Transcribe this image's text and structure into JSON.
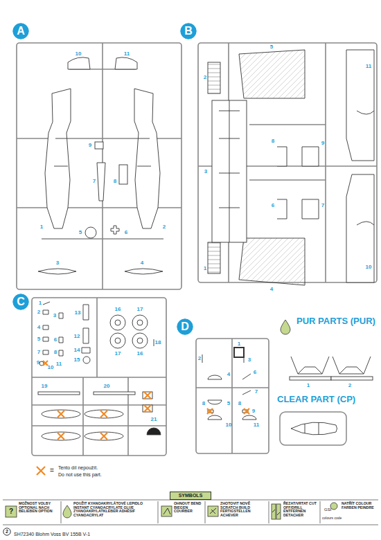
{
  "diagram": {
    "nodes": [
      {
        "text": [
          "A"
        ]
      },
      {
        "text": [
          "B"
        ]
      },
      {
        "text": [
          "C"
        ]
      },
      {
        "text": [
          "D"
        ]
      },
      {
        "text": [
          "SYMBOLS"
        ]
      },
      {
        "text": [
          "2"
        ]
      }
    ],
    "labels": [
      "10",
      "11",
      "9",
      "7",
      "8",
      "1",
      "2",
      "5",
      "6",
      "3",
      "4",
      "2",
      "5",
      "11",
      "3",
      "8",
      "9",
      "6",
      "7",
      "1",
      "4",
      "10",
      "1",
      "2",
      "3",
      "4",
      "5",
      "6",
      "7",
      "8",
      "9",
      "10",
      "11",
      "12",
      "13",
      "14",
      "15",
      "16",
      "17",
      "17",
      "16",
      "18",
      "19",
      "20",
      "21",
      "1",
      "2",
      "3",
      "4",
      "5",
      "6",
      "7",
      "8",
      "8",
      "9",
      "10",
      "11",
      "PUR PARTS (PUR)",
      "1",
      "2",
      "CLEAR PART (CP)",
      "=",
      "Tento díl nepoužít.",
      "Do not use this part.",
      "?",
      "MOŽNOST VOLBY OPTIONAL NACH BELIEBEN OPTION",
      "POUŽIT KYANOAKRYLÁTOVÉ LEPIDLO INSTANT CYANOACRYLATE GLUE ZYANOAKRYLATKLEBER ADHÉSIF CYANOACRYLAT",
      "OHNOUT BEND BIEGEN COURBER",
      "ZHOTOVIT NOVĚ SCRATCH BUILD FERTIGSTELLEN ACHEVER",
      "ŘEZAT/VRTAT CUT OFF/DRILL ENTFERNEN DETACHER",
      "GSI",
      "colours code",
      "NATŘÍT COLOUR FARBEN PEINDRE",
      "SH72340 Blohm Voss BV 155B V-1"
    ]
  }
}
